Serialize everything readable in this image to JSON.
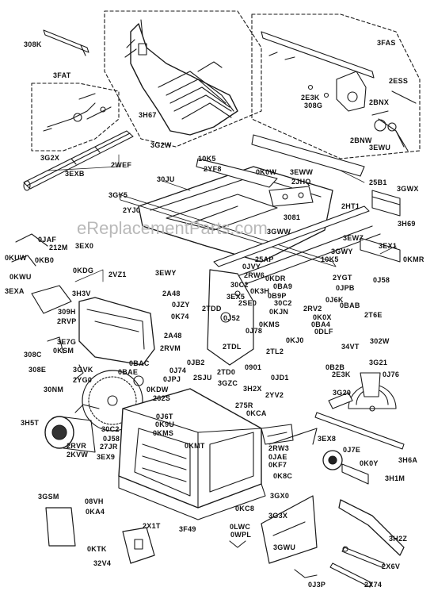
{
  "watermark": "eReplacementParts.com",
  "parts": {
    "p308K": "308K",
    "p3FAT": "3FAT",
    "p3FAS": "3FAS",
    "p2ESS": "2ESS",
    "p2E3K_top": "2E3K",
    "p308G": "308G",
    "p2BNX": "2BNX",
    "p3H67": "3H67",
    "p2BNW": "2BNW",
    "p3EWU": "3EWU",
    "p3G2X": "3G2X",
    "p3G2W": "3G2W",
    "p2WEF": "2WEF",
    "p3EXB": "3EXB",
    "p10K5_top": "10K5",
    "p2YF8": "2YF8",
    "p0K0W": "0K0W",
    "p3EWW": "3EWW",
    "p30JU": "30JU",
    "p2JHQ": "2JHQ",
    "p25B1": "25B1",
    "p3GWX": "3GWX",
    "p3GY5": "3GY5",
    "p2HT1": "2HT1",
    "p2YJ0": "2YJ0",
    "p3081": "3081",
    "p3H69": "3H69",
    "p3GWW": "3GWW",
    "p0JAF": "0JAF",
    "p212M": "212M",
    "p3EX0": "3EX0",
    "p0KUW": "0KUW",
    "p0KB0": "0KB0",
    "p3EWZ": "3EWZ",
    "p3GWY": "3GWY",
    "p3EX1": "3EX1",
    "p10K5_mid": "10K5",
    "p0KMR": "0KMR",
    "p25AP": "25AP",
    "p0KDG": "0KDG",
    "p2VZ1": "2VZ1",
    "p3EWY": "3EWY",
    "p0JVY": "0JVY",
    "p2RW6": "2RW6",
    "p0KDR": "0KDR",
    "p2YGT": "2YGT",
    "p0J58_r": "0J58",
    "p0KWU": "0KWU",
    "p30C2_a": "30C2",
    "p0K3H": "0K3H",
    "p0BA9": "0BA9",
    "p0JPB": "0JPB",
    "p3EXA": "3EXA",
    "p3H3V": "3H3V",
    "p2A48_a": "2A48",
    "p3EX5": "3EX5",
    "p0B9P": "0B9P",
    "p0J6K": "0J6K",
    "p0JZY": "0JZY",
    "p2SE0": "2SE0",
    "p30C2_b": "30C2",
    "p0BAB": "0BAB",
    "p309H": "309H",
    "p2TDD": "2TDD",
    "p0KJN": "0KJN",
    "p2RV2": "2RV2",
    "p2RVP": "2RVP",
    "p0K74": "0K74",
    "p0J52": "0J52",
    "p0K0X": "0K0X",
    "p2T6E": "2T6E",
    "p0KMS_a": "0KMS",
    "p0BA4": "0BA4",
    "p0J78": "0J78",
    "p0DLF": "0DLF",
    "p3E7G": "3E7G",
    "p2A48_b": "2A48",
    "p0KJ0": "0KJ0",
    "p302W": "302W",
    "p0KSM": "0KSM",
    "p2RVM": "2RVM",
    "p2TDL": "2TDL",
    "p2TL2": "2TL2",
    "p34VT": "34VT",
    "p308C": "308C",
    "p0BAC": "0BAC",
    "p0JB2": "0JB2",
    "p0901": "0901",
    "p0J74_a": "0J74",
    "p2TD0": "2TD0",
    "p0B2B": "0B2B",
    "p2E3K_b": "2E3K",
    "p308E": "308E",
    "p3GVK": "3GVK",
    "p0BAE": "0BAE",
    "p0JPJ": "0JPJ",
    "p2SJU": "2SJU",
    "p0JD1": "0JD1",
    "p3G21": "3G21",
    "p0J76": "0J76",
    "p2YG0": "2YG0",
    "p3GZC": "3GZC",
    "p3H2X": "3H2X",
    "p2YV2": "2YV2",
    "p30NM": "30NM",
    "p0KDW": "0KDW",
    "p262S": "262S",
    "p3G20": "3G20",
    "p275R": "275R",
    "p0KCA": "0KCA",
    "p0J6T": "0J6T",
    "p3H5T": "3H5T",
    "p0K9U": "0K9U",
    "p30C2_c": "30C2",
    "p0KMS_b": "0KMS",
    "p0J58_l": "0J58",
    "p2RVR": "2RVR",
    "p27JR": "27JR",
    "p3EX8": "3EX8",
    "p2KVW": "2KVW",
    "p0KMT": "0KMT",
    "p2RW3": "2RW3",
    "p0J7E": "0J7E",
    "p3EX9": "3EX9",
    "p0JAE": "0JAE",
    "p0K0Y": "0K0Y",
    "p3H6A": "3H6A",
    "p0KF7": "0KF7",
    "p0K8C": "0K8C",
    "p3H1M": "3H1M",
    "p3GSM": "3GSM",
    "p08VH": "08VH",
    "p0KA4": "0KA4",
    "p3GX0": "3GX0",
    "p0KC8": "0KC8",
    "p3G3X": "3G3X",
    "p2X1T": "2X1T",
    "p3F49": "3F49",
    "p0LWC": "0LWC",
    "p0WPL": "0WPL",
    "p0KTK": "0KTK",
    "p3GWU": "3GWU",
    "p3H2Z": "3H2Z",
    "p32V4": "32V4",
    "p2X6V": "2X6V",
    "p0J3P": "0J3P",
    "p2X74": "2X74"
  }
}
